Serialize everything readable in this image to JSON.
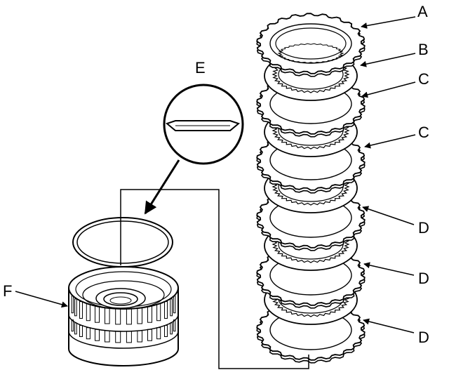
{
  "callouts": {
    "A": "A",
    "B": "B",
    "C1": "C",
    "C2": "C",
    "D1": "D",
    "D2": "D",
    "D3": "D",
    "E": "E",
    "F": "F"
  },
  "colors": {
    "line": "#000000",
    "background": "#ffffff",
    "plate_fill": "#ffffff"
  }
}
